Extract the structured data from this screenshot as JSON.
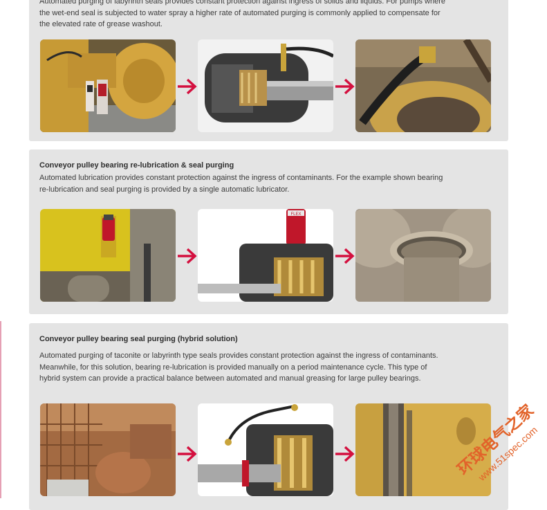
{
  "colors": {
    "panel_bg": "#e4e4e4",
    "arrow": "#d4103f",
    "watermark": "#e2632a",
    "accent": "#e5a0b4"
  },
  "section_pumps": {
    "lines": [
      "Automated purging of labyrinth seals provides constant protection against ingress of solids and liquids. For pumps where",
      "the wet-end seal is subjected to water spray a higher rate of automated purging is commonly applied to compensate for",
      "the elevated rate of grease washout."
    ]
  },
  "section_relube": {
    "title": "Conveyor pulley bearing re-lubrication & seal purging",
    "lines": [
      "Automated lubrication provides constant protection against the ingress of contaminants.  For the example shown bearing",
      "re-lubrication and seal purging is provided by a single automatic lubricator."
    ],
    "lubricator_label": "FLEX"
  },
  "section_hybrid": {
    "title": "Conveyor pulley bearing seal purging (hybrid solution)",
    "lines": [
      "Automated purging of taconite or labyrinth type seals provides constant protection against the ingress of contaminants.",
      "Meanwhile, for this solution, bearing re-lubrication is provided manually on a period maintenance cycle.  This type of",
      "hybrid system can provide a practical balance between automated and manual greasing for large pulley bearings."
    ]
  },
  "watermark": {
    "text_cn": "环球电气之家",
    "text_url": "www.51spec.com"
  },
  "icons": {
    "arrow": "red-arrow-right-icon"
  }
}
